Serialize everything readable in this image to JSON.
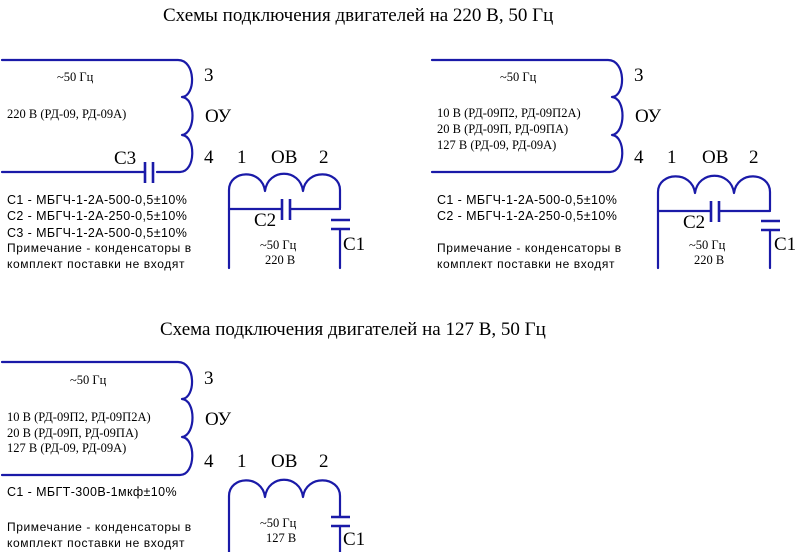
{
  "colors": {
    "wire": "#1a1aa8",
    "text": "#000000",
    "background": "#ffffff"
  },
  "section_220": {
    "title": "Схемы подключения двигателей на 220 В, 50 Гц",
    "diagram_a": {
      "freq": "~50 Гц",
      "voltage_lines": [
        "220 В  (РД-09, РД-09А)"
      ],
      "terminal_3": "3",
      "winding_control": "ОУ",
      "terminal_4": "4",
      "terminal_1": "1",
      "winding_excitation": "ОВ",
      "terminal_2": "2",
      "cap_c3": "С3",
      "cap_c2": "С2",
      "cap_c1": "С1",
      "supply_freq": "~50 Гц",
      "supply_voltage": "220 В",
      "parts": [
        "С1 - МБГЧ-1-2А-500-0,5±10%",
        "С2 - МБГЧ-1-2А-250-0,5±10%",
        "С3 - МБГЧ-1-2А-500-0,5±10%"
      ],
      "note_line1": "Примечание - конденсаторы в",
      "note_line2": "комплект поставки не входят"
    },
    "diagram_b": {
      "freq": "~50 Гц",
      "voltage_lines": [
        "10 В  (РД-09П2, РД-09П2А)",
        "20 В  (РД-09П, РД-09ПА)",
        "127 В  (РД-09, РД-09А)"
      ],
      "terminal_3": "3",
      "winding_control": "ОУ",
      "terminal_4": "4",
      "terminal_1": "1",
      "winding_excitation": "ОВ",
      "terminal_2": "2",
      "cap_c2": "С2",
      "cap_c1": "С1",
      "supply_freq": "~50 Гц",
      "supply_voltage": "220 В",
      "parts": [
        "С1 - МБГЧ-1-2А-500-0,5±10%",
        "С2 - МБГЧ-1-2А-250-0,5±10%"
      ],
      "note_line1": "Примечание - конденсаторы в",
      "note_line2": "комплект поставки не входят"
    }
  },
  "section_127": {
    "title": "Схема подключения двигателей на 127 В, 50 Гц",
    "diagram_c": {
      "freq": "~50 Гц",
      "voltage_lines": [
        "10 В  (РД-09П2, РД-09П2А)",
        "20 В  (РД-09П, РД-09ПА)",
        "127 В  (РД-09, РД-09А)"
      ],
      "terminal_3": "3",
      "winding_control": "ОУ",
      "terminal_4": "4",
      "terminal_1": "1",
      "winding_excitation": "ОВ",
      "terminal_2": "2",
      "cap_c1": "С1",
      "supply_freq": "~50 Гц",
      "supply_voltage": "127 В",
      "parts": [
        "С1 - МБГТ-300В-1мкф±10%"
      ],
      "note_line1": "Примечание - конденсаторы в",
      "note_line2": "комплект поставки не входят"
    }
  }
}
